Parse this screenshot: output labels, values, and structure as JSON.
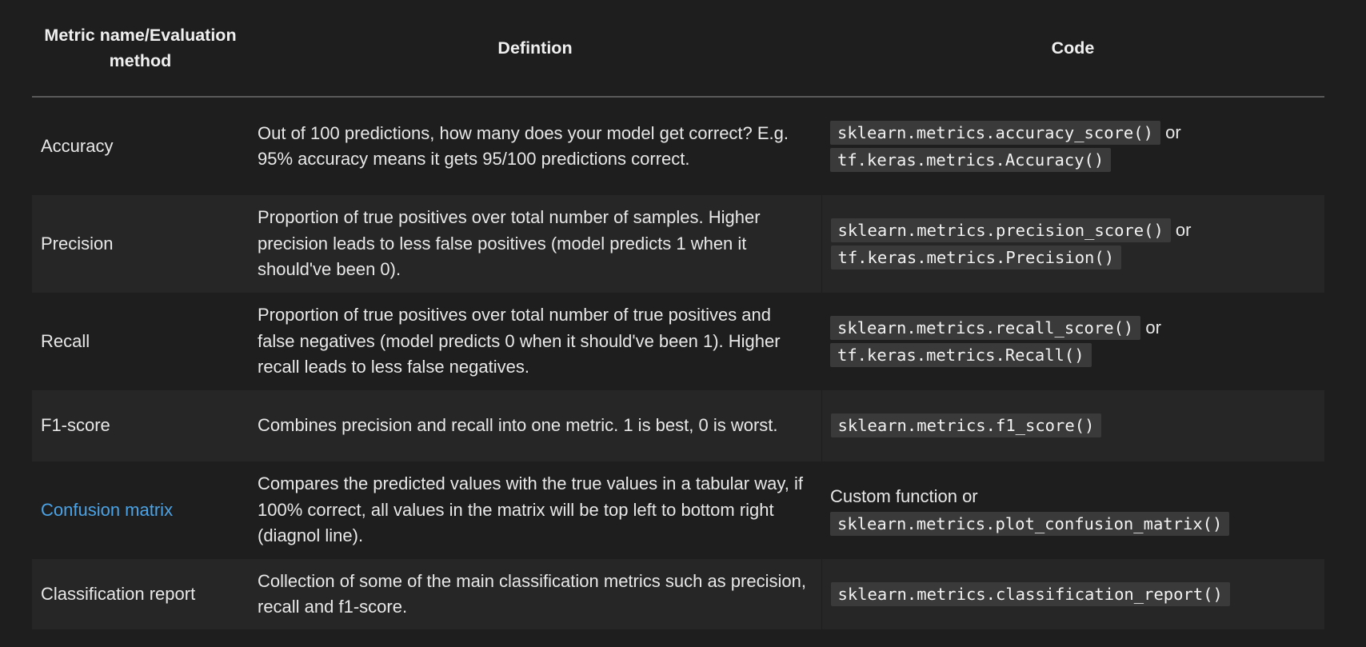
{
  "table": {
    "headers": {
      "metric": "Metric name/Evaluation method",
      "definition": "Defintion",
      "code": "Code"
    },
    "rows": [
      {
        "metric": "Accuracy",
        "definition": "Out of 100 predictions, how many does your model get correct? E.g. 95% accuracy means it gets 95/100 predictions correct.",
        "code_prefix": "",
        "code_1": "sklearn.metrics.accuracy_score()",
        "joiner": "or",
        "code_2": "tf.keras.metrics.Accuracy()"
      },
      {
        "metric": "Precision",
        "definition": "Proportion of true positives over total number of samples. Higher precision leads to less false positives (model predicts 1 when it should've been 0).",
        "code_prefix": "",
        "code_1": "sklearn.metrics.precision_score()",
        "joiner": "or",
        "code_2": "tf.keras.metrics.Precision()"
      },
      {
        "metric": "Recall",
        "definition": "Proportion of true positives over total number of true positives and false negatives (model predicts 0 when it should've been 1). Higher recall leads to less false negatives.",
        "code_prefix": "",
        "code_1": "sklearn.metrics.recall_score()",
        "joiner": "or",
        "code_2": "tf.keras.metrics.Recall()"
      },
      {
        "metric": "F1-score",
        "definition": "Combines precision and recall into one metric. 1 is best, 0 is worst.",
        "code_1": "sklearn.metrics.f1_score()"
      },
      {
        "metric": "Confusion matrix",
        "definition": "Compares the predicted values with the true values in a tabular way, if 100% correct, all values in the matrix will be top left to bottom right (diagnol line).",
        "code_prefix": "Custom function or",
        "code_1": "sklearn.metrics.plot_confusion_matrix()"
      },
      {
        "metric": "Classification report",
        "definition": "Collection of some of the main classification metrics such as precision, recall and f1-score.",
        "code_1": "sklearn.metrics.classification_report()"
      }
    ]
  },
  "colors": {
    "background": "#1e1e1e",
    "alt_row": "#262626",
    "link": "#4aa3e6",
    "code_bg": "#3a3a3a"
  }
}
